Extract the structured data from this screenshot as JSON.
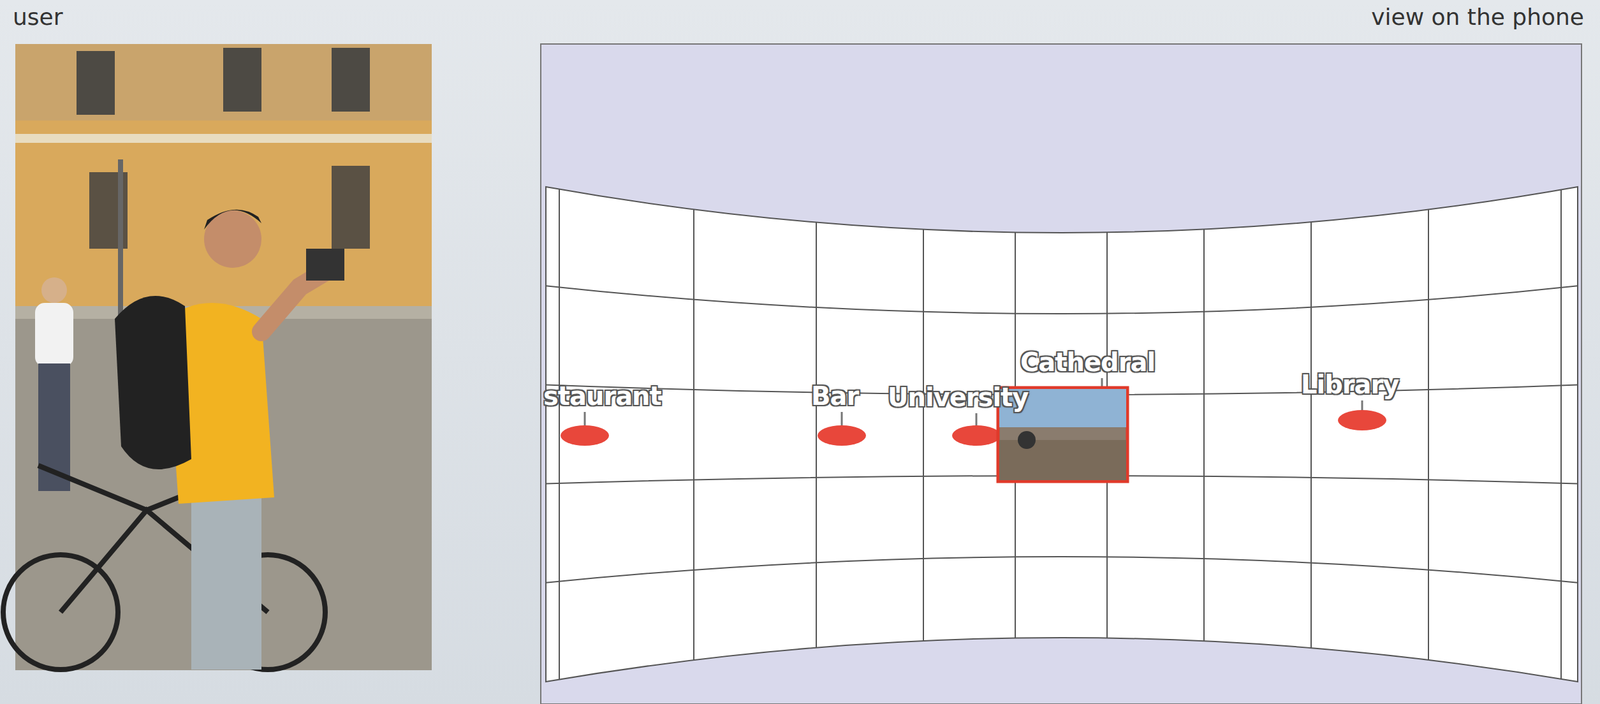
{
  "diagram": {
    "labels": [
      "user",
      "view on the phone",
      "staurant",
      "Bar",
      "University",
      "Cathedral",
      "Library"
    ]
  }
}
